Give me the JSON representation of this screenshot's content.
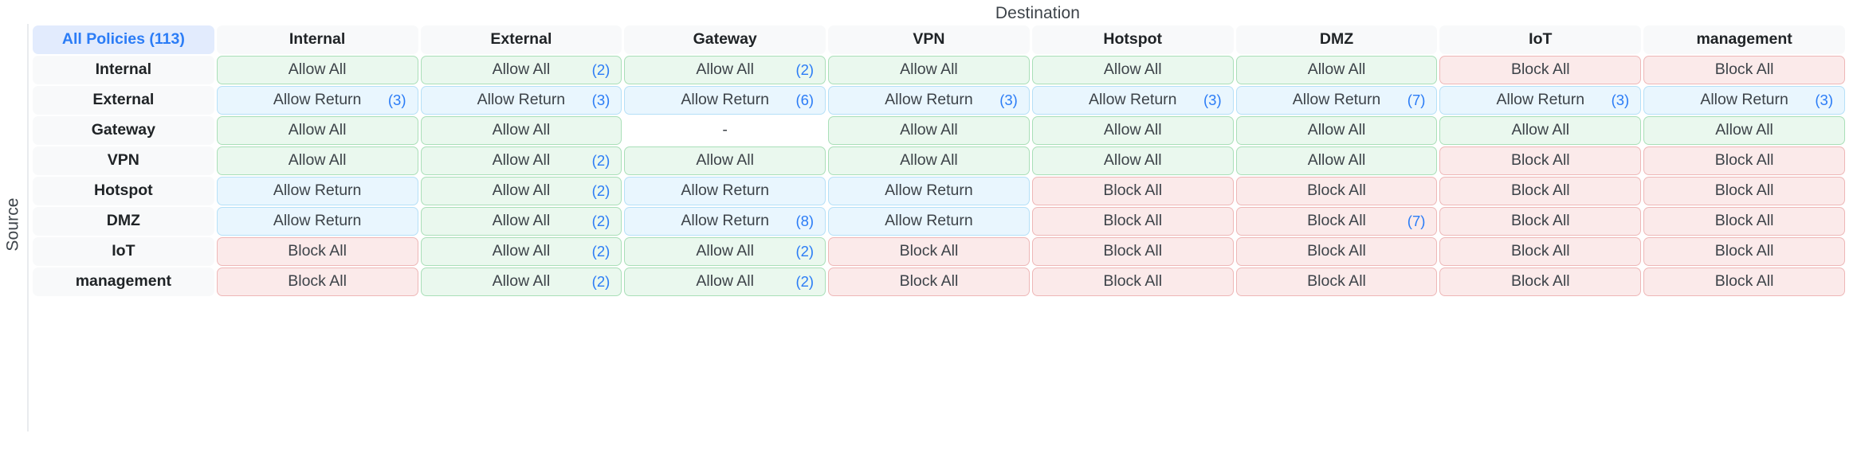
{
  "axes": {
    "destination_label": "Destination",
    "source_label": "Source"
  },
  "corner": {
    "label": "All Policies (113)",
    "total_policies": 113
  },
  "colors": {
    "accent": "#2b7cf6",
    "allow_all_bg": "#eaf8ee",
    "allow_all_border": "#a9dfb8",
    "allow_return_bg": "#e9f6fe",
    "allow_return_border": "#b5e0f7",
    "block_all_bg": "#fbeaea",
    "block_all_border": "#eeb7b7",
    "header_bg": "#f8f9fa",
    "corner_bg": "#e2ebfd"
  },
  "columns": [
    "Internal",
    "External",
    "Gateway",
    "VPN",
    "Hotspot",
    "DMZ",
    "IoT",
    "management"
  ],
  "rows": [
    "Internal",
    "External",
    "Gateway",
    "VPN",
    "Hotspot",
    "DMZ",
    "IoT",
    "management"
  ],
  "empty_label": "-",
  "matrix": [
    {
      "source": "Internal",
      "cells": [
        {
          "action": "Allow All",
          "kind": "allow-all",
          "count": null
        },
        {
          "action": "Allow All",
          "kind": "allow-all",
          "count": "(2)"
        },
        {
          "action": "Allow All",
          "kind": "allow-all",
          "count": "(2)"
        },
        {
          "action": "Allow All",
          "kind": "allow-all",
          "count": null
        },
        {
          "action": "Allow All",
          "kind": "allow-all",
          "count": null
        },
        {
          "action": "Allow All",
          "kind": "allow-all",
          "count": null
        },
        {
          "action": "Block All",
          "kind": "block-all",
          "count": null
        },
        {
          "action": "Block All",
          "kind": "block-all",
          "count": null
        }
      ]
    },
    {
      "source": "External",
      "cells": [
        {
          "action": "Allow Return",
          "kind": "allow-return",
          "count": "(3)"
        },
        {
          "action": "Allow Return",
          "kind": "allow-return",
          "count": "(3)"
        },
        {
          "action": "Allow Return",
          "kind": "allow-return",
          "count": "(6)"
        },
        {
          "action": "Allow Return",
          "kind": "allow-return",
          "count": "(3)"
        },
        {
          "action": "Allow Return",
          "kind": "allow-return",
          "count": "(3)"
        },
        {
          "action": "Allow Return",
          "kind": "allow-return",
          "count": "(7)"
        },
        {
          "action": "Allow Return",
          "kind": "allow-return",
          "count": "(3)"
        },
        {
          "action": "Allow Return",
          "kind": "allow-return",
          "count": "(3)"
        }
      ]
    },
    {
      "source": "Gateway",
      "cells": [
        {
          "action": "Allow All",
          "kind": "allow-all",
          "count": null
        },
        {
          "action": "Allow All",
          "kind": "allow-all",
          "count": null
        },
        {
          "action": "-",
          "kind": "none",
          "count": null
        },
        {
          "action": "Allow All",
          "kind": "allow-all",
          "count": null
        },
        {
          "action": "Allow All",
          "kind": "allow-all",
          "count": null
        },
        {
          "action": "Allow All",
          "kind": "allow-all",
          "count": null
        },
        {
          "action": "Allow All",
          "kind": "allow-all",
          "count": null
        },
        {
          "action": "Allow All",
          "kind": "allow-all",
          "count": null
        }
      ]
    },
    {
      "source": "VPN",
      "cells": [
        {
          "action": "Allow All",
          "kind": "allow-all",
          "count": null
        },
        {
          "action": "Allow All",
          "kind": "allow-all",
          "count": "(2)"
        },
        {
          "action": "Allow All",
          "kind": "allow-all",
          "count": null
        },
        {
          "action": "Allow All",
          "kind": "allow-all",
          "count": null
        },
        {
          "action": "Allow All",
          "kind": "allow-all",
          "count": null
        },
        {
          "action": "Allow All",
          "kind": "allow-all",
          "count": null
        },
        {
          "action": "Block All",
          "kind": "block-all",
          "count": null
        },
        {
          "action": "Block All",
          "kind": "block-all",
          "count": null
        }
      ]
    },
    {
      "source": "Hotspot",
      "cells": [
        {
          "action": "Allow Return",
          "kind": "allow-return",
          "count": null
        },
        {
          "action": "Allow All",
          "kind": "allow-all",
          "count": "(2)"
        },
        {
          "action": "Allow Return",
          "kind": "allow-return",
          "count": null
        },
        {
          "action": "Allow Return",
          "kind": "allow-return",
          "count": null
        },
        {
          "action": "Block All",
          "kind": "block-all",
          "count": null
        },
        {
          "action": "Block All",
          "kind": "block-all",
          "count": null
        },
        {
          "action": "Block All",
          "kind": "block-all",
          "count": null
        },
        {
          "action": "Block All",
          "kind": "block-all",
          "count": null
        }
      ]
    },
    {
      "source": "DMZ",
      "cells": [
        {
          "action": "Allow Return",
          "kind": "allow-return",
          "count": null
        },
        {
          "action": "Allow All",
          "kind": "allow-all",
          "count": "(2)"
        },
        {
          "action": "Allow Return",
          "kind": "allow-return",
          "count": "(8)"
        },
        {
          "action": "Allow Return",
          "kind": "allow-return",
          "count": null
        },
        {
          "action": "Block All",
          "kind": "block-all",
          "count": null
        },
        {
          "action": "Block All",
          "kind": "block-all",
          "count": "(7)"
        },
        {
          "action": "Block All",
          "kind": "block-all",
          "count": null
        },
        {
          "action": "Block All",
          "kind": "block-all",
          "count": null
        }
      ]
    },
    {
      "source": "IoT",
      "cells": [
        {
          "action": "Block All",
          "kind": "block-all",
          "count": null
        },
        {
          "action": "Allow All",
          "kind": "allow-all",
          "count": "(2)"
        },
        {
          "action": "Allow All",
          "kind": "allow-all",
          "count": "(2)"
        },
        {
          "action": "Block All",
          "kind": "block-all",
          "count": null
        },
        {
          "action": "Block All",
          "kind": "block-all",
          "count": null
        },
        {
          "action": "Block All",
          "kind": "block-all",
          "count": null
        },
        {
          "action": "Block All",
          "kind": "block-all",
          "count": null
        },
        {
          "action": "Block All",
          "kind": "block-all",
          "count": null
        }
      ]
    },
    {
      "source": "management",
      "cells": [
        {
          "action": "Block All",
          "kind": "block-all",
          "count": null
        },
        {
          "action": "Allow All",
          "kind": "allow-all",
          "count": "(2)"
        },
        {
          "action": "Allow All",
          "kind": "allow-all",
          "count": "(2)"
        },
        {
          "action": "Block All",
          "kind": "block-all",
          "count": null
        },
        {
          "action": "Block All",
          "kind": "block-all",
          "count": null
        },
        {
          "action": "Block All",
          "kind": "block-all",
          "count": null
        },
        {
          "action": "Block All",
          "kind": "block-all",
          "count": null
        },
        {
          "action": "Block All",
          "kind": "block-all",
          "count": null
        }
      ]
    }
  ]
}
